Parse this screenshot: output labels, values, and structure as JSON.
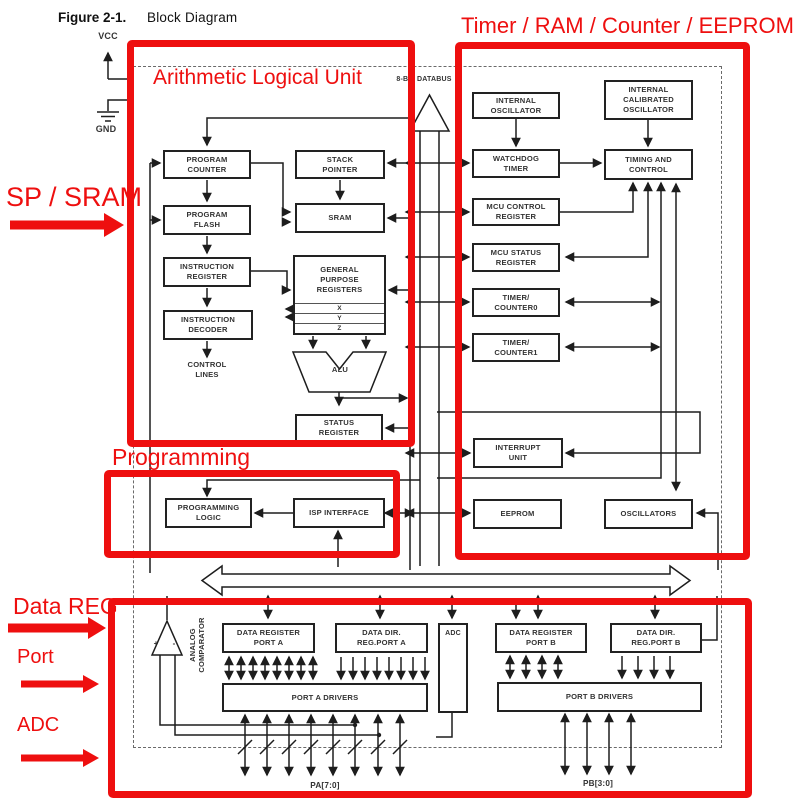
{
  "figure": {
    "label": "Figure 2-1.",
    "title": "Block Diagram"
  },
  "annotations": {
    "color": "#ee0f0f",
    "alu": "Arithmetic Logical Unit",
    "timer_ram": "Timer / RAM / Counter / EEPROM",
    "sp_sram": "SP / SRAM",
    "programming": "Programming",
    "data_reg": "Data REG",
    "port": "Port",
    "adc": "ADC"
  },
  "power": {
    "vcc": "VCC",
    "gnd": "GND"
  },
  "bus": {
    "databus": "8-BIT DATABUS"
  },
  "pins": {
    "pa": "PA[7:0]",
    "pb": "PB[3:0]"
  },
  "comparator": {
    "label": "ANALOG\nCOMPARATOR",
    "plus": "+",
    "minus": "-"
  },
  "registers": {
    "x": "X",
    "y": "Y",
    "z": "Z"
  },
  "blocks": {
    "program_counter": "PROGRAM\nCOUNTER",
    "stack_pointer": "STACK\nPOINTER",
    "program_flash": "PROGRAM\nFLASH",
    "sram": "SRAM",
    "instruction_register": "INSTRUCTION\nREGISTER",
    "gpr": "GENERAL\nPURPOSE\nREGISTERS",
    "instruction_decoder": "INSTRUCTION\nDECODER",
    "control_lines": "CONTROL\nLINES",
    "alu": "ALU",
    "status_register": "STATUS\nREGISTER",
    "internal_oscillator": "INTERNAL\nOSCILLATOR",
    "internal_calibrated_oscillator": "INTERNAL\nCALIBRATED\nOSCILLATOR",
    "watchdog_timer": "WATCHDOG\nTIMER",
    "timing_and_control": "TIMING AND\nCONTROL",
    "mcu_control_register": "MCU CONTROL\nREGISTER",
    "mcu_status_register": "MCU STATUS\nREGISTER",
    "timer_counter0": "TIMER/\nCOUNTER0",
    "timer_counter1": "TIMER/\nCOUNTER1",
    "interrupt_unit": "INTERRUPT\nUNIT",
    "eeprom": "EEPROM",
    "oscillators": "OSCILLATORS",
    "programming_logic": "PROGRAMMING\nLOGIC",
    "isp_interface": "ISP INTERFACE",
    "data_register_port_a": "DATA REGISTER\nPORT A",
    "data_dir_reg_port_a": "DATA DIR.\nREG.PORT A",
    "adc": "ADC",
    "port_a_drivers": "PORT A DRIVERS",
    "data_register_port_b": "DATA REGISTER\nPORT B",
    "data_dir_reg_port_b": "DATA DIR.\nREG.PORT B",
    "port_b_drivers": "PORT B DRIVERS"
  }
}
